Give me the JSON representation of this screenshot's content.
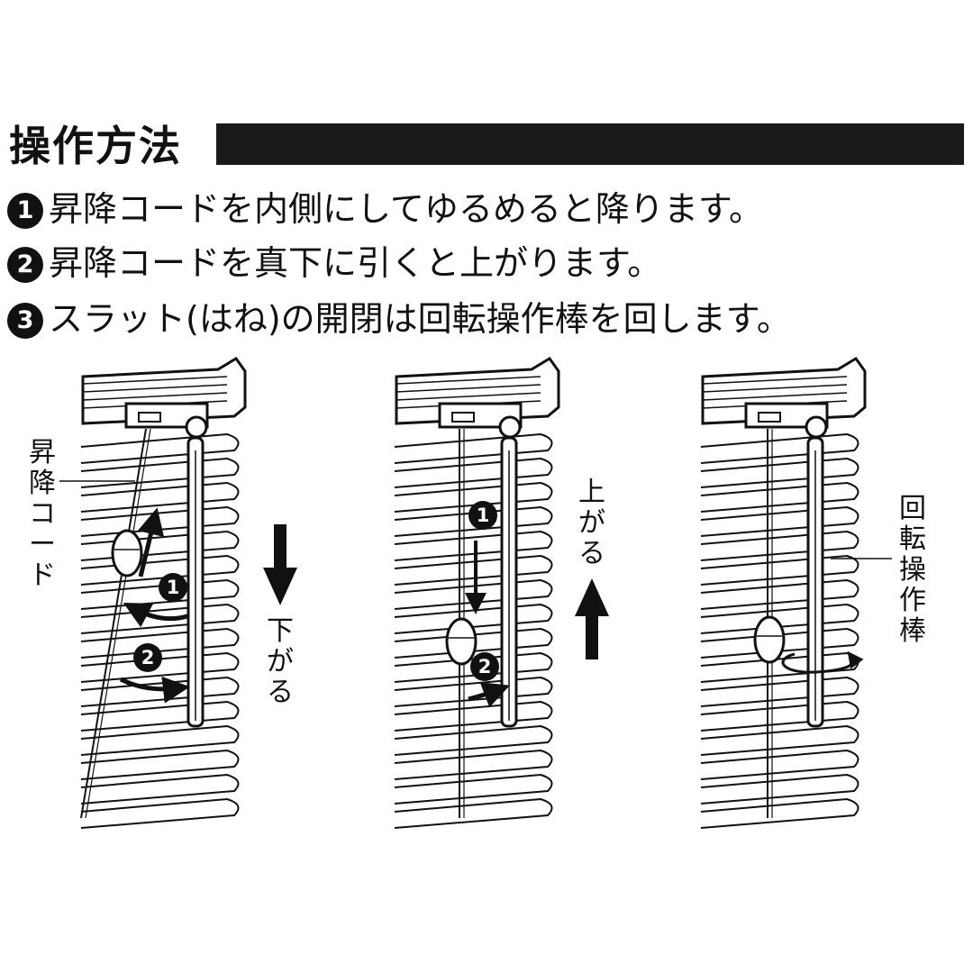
{
  "section_title": "操作方法",
  "steps": [
    {
      "num": "1",
      "text": "昇降コードを内側にしてゆるめると降ります。"
    },
    {
      "num": "2",
      "text": "昇降コードを真下に引くと上がります。"
    },
    {
      "num": "3",
      "text": "スラット(はね)の開閉は回転操作棒を回します。"
    }
  ],
  "labels": {
    "cord": "昇降コード",
    "down": "下がる",
    "up": "上がる",
    "rod": "回転操作棒"
  },
  "badges": {
    "one": "1",
    "two": "2"
  }
}
